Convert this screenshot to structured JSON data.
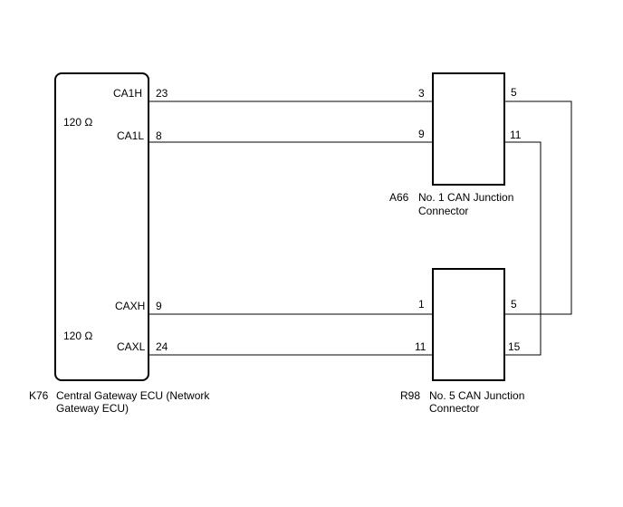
{
  "ecu": {
    "code": "K76",
    "name_line1": "Central Gateway ECU (Network",
    "name_line2": "Gateway ECU)",
    "resistor_top": "120 Ω",
    "resistor_bottom": "120 Ω",
    "pins": {
      "ca1h": {
        "signal": "CA1H",
        "pin": "23"
      },
      "ca1l": {
        "signal": "CA1L",
        "pin": "8"
      },
      "caxh": {
        "signal": "CAXH",
        "pin": "9"
      },
      "caxl": {
        "signal": "CAXL",
        "pin": "24"
      }
    }
  },
  "connector_a66": {
    "code": "A66",
    "name_line1": "No. 1 CAN Junction",
    "name_line2": "Connector",
    "pin_in_high": "3",
    "pin_in_low": "9",
    "pin_out_high": "5",
    "pin_out_low": "11"
  },
  "connector_r98": {
    "code": "R98",
    "name_line1": "No. 5 CAN Junction",
    "name_line2": "Connector",
    "pin_in_high": "1",
    "pin_in_low": "11",
    "pin_out_high": "5",
    "pin_out_low": "15"
  }
}
